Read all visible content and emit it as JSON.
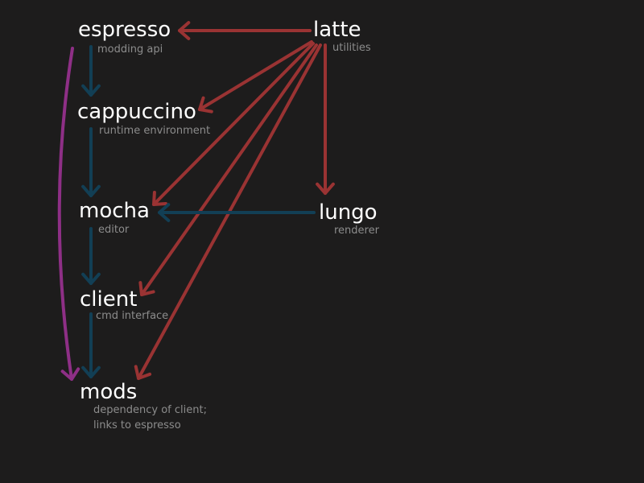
{
  "colors": {
    "background": "#1d1c1c",
    "text": "#ffffff",
    "subtext": "#8c8c8c",
    "arrow_red": "#9a3333",
    "arrow_blue": "#123f55",
    "arrow_purple": "#8e2f86"
  },
  "nodes": {
    "espresso": {
      "name": "espresso",
      "description": "modding api"
    },
    "latte": {
      "name": "latte",
      "description": "utilities"
    },
    "cappuccino": {
      "name": "cappuccino",
      "description": "runtime environment"
    },
    "mocha": {
      "name": "mocha",
      "description": "editor"
    },
    "lungo": {
      "name": "lungo",
      "description": "renderer"
    },
    "client": {
      "name": "client",
      "description": "cmd interface"
    },
    "mods": {
      "name": "mods",
      "description_lines": [
        "dependency of client;",
        "links to espresso"
      ]
    }
  },
  "edges": [
    {
      "from": "latte",
      "to": "espresso",
      "color": "red"
    },
    {
      "from": "latte",
      "to": "cappuccino",
      "color": "red"
    },
    {
      "from": "latte",
      "to": "mocha",
      "color": "red"
    },
    {
      "from": "latte",
      "to": "lungo",
      "color": "red"
    },
    {
      "from": "latte",
      "to": "client",
      "color": "red"
    },
    {
      "from": "latte",
      "to": "mods",
      "color": "red"
    },
    {
      "from": "espresso",
      "to": "cappuccino",
      "color": "blue"
    },
    {
      "from": "cappuccino",
      "to": "mocha",
      "color": "blue"
    },
    {
      "from": "lungo",
      "to": "mocha",
      "color": "blue"
    },
    {
      "from": "mocha",
      "to": "client",
      "color": "blue"
    },
    {
      "from": "client",
      "to": "mods",
      "color": "blue"
    },
    {
      "from": "espresso",
      "to": "mods",
      "color": "purple"
    }
  ]
}
